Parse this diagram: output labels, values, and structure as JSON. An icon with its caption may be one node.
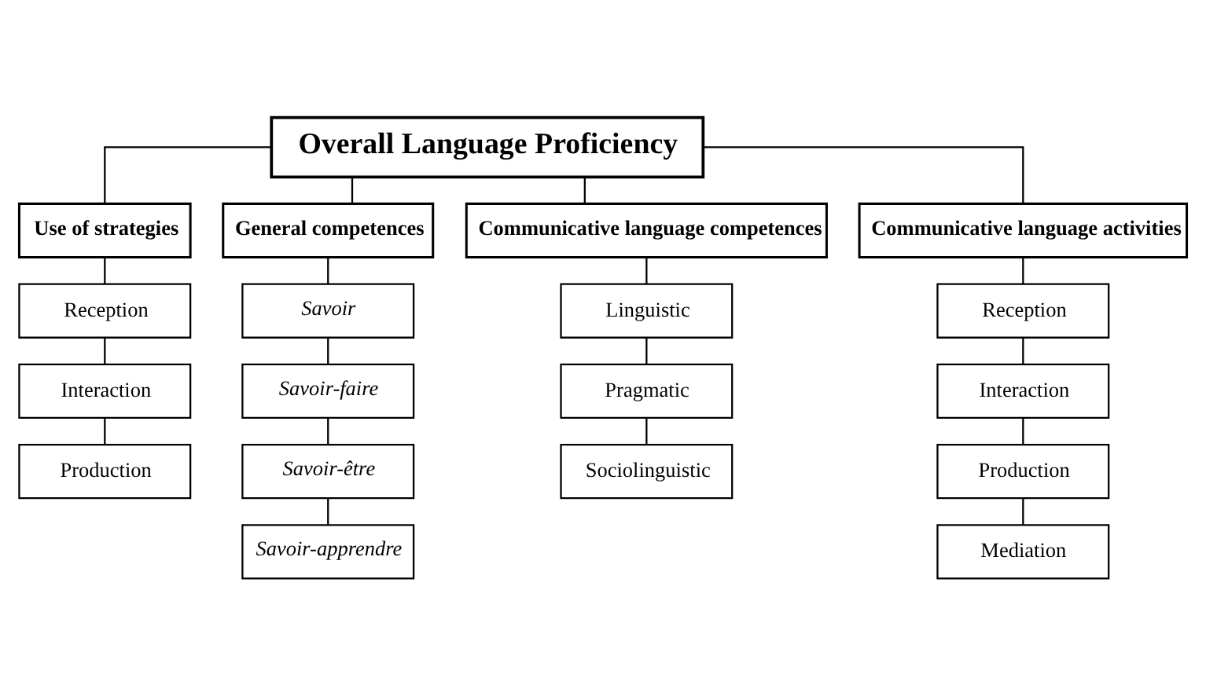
{
  "diagram": {
    "nodes": [
      {
        "text": [
          "Overall Language Proficiency"
        ]
      },
      {
        "text": [
          "Use of strategies"
        ]
      },
      {
        "text": [
          "General competences"
        ]
      },
      {
        "text": [
          "Communicative language competences"
        ]
      },
      {
        "text": [
          "Communicative language activities"
        ]
      },
      {
        "text": [
          "Reception"
        ]
      },
      {
        "text": [
          "Interaction"
        ]
      },
      {
        "text": [
          "Production"
        ]
      },
      {
        "text": [
          "Savoir"
        ]
      },
      {
        "text": [
          "Savoir-faire"
        ]
      },
      {
        "text": [
          "Savoir-être"
        ]
      },
      {
        "text": [
          "Savoir-apprendre"
        ]
      },
      {
        "text": [
          "Linguistic"
        ]
      },
      {
        "text": [
          "Pragmatic"
        ]
      },
      {
        "text": [
          "Sociolinguistic"
        ]
      },
      {
        "text": [
          "Reception"
        ]
      },
      {
        "text": [
          "Interaction"
        ]
      },
      {
        "text": [
          "Production"
        ]
      },
      {
        "text": [
          "Mediation"
        ]
      }
    ],
    "edges": [
      {
        "from": 0,
        "to": 1,
        "arrow": "none"
      },
      {
        "from": 0,
        "to": 2,
        "arrow": "none"
      },
      {
        "from": 0,
        "to": 3,
        "arrow": "none"
      },
      {
        "from": 0,
        "to": 4,
        "arrow": "none"
      },
      {
        "from": 1,
        "to": 5,
        "arrow": "none"
      },
      {
        "from": 5,
        "to": 6,
        "arrow": "none"
      },
      {
        "from": 6,
        "to": 7,
        "arrow": "none"
      },
      {
        "from": 2,
        "to": 8,
        "arrow": "none"
      },
      {
        "from": 8,
        "to": 9,
        "arrow": "none"
      },
      {
        "from": 9,
        "to": 10,
        "arrow": "none"
      },
      {
        "from": 10,
        "to": 11,
        "arrow": "none"
      },
      {
        "from": 3,
        "to": 12,
        "arrow": "none"
      },
      {
        "from": 12,
        "to": 13,
        "arrow": "none"
      },
      {
        "from": 13,
        "to": 14,
        "arrow": "none"
      },
      {
        "from": 4,
        "to": 15,
        "arrow": "none"
      },
      {
        "from": 15,
        "to": 16,
        "arrow": "none"
      },
      {
        "from": 16,
        "to": 17,
        "arrow": "none"
      },
      {
        "from": 17,
        "to": 18,
        "arrow": "none"
      }
    ]
  }
}
